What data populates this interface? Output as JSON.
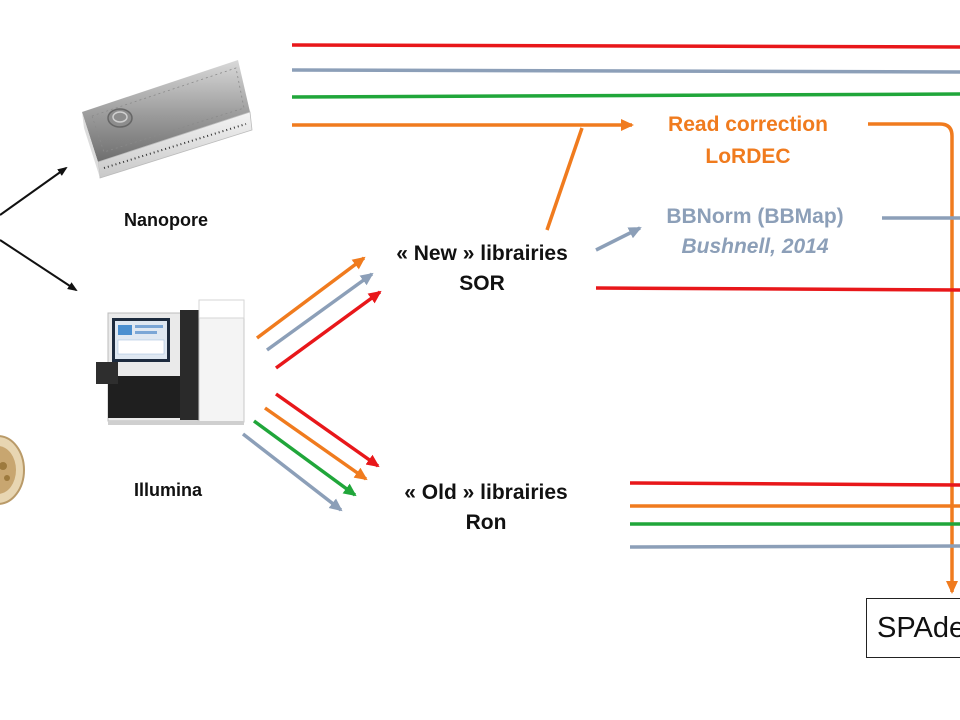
{
  "colors": {
    "red": "#e8171a",
    "blue": "#8c9fb8",
    "green": "#20a63a",
    "orange": "#f07b1e",
    "black": "#111111"
  },
  "labels": {
    "nanopore": "Nanopore",
    "illumina": "Illumina",
    "new_libraries": "« New » librairies",
    "new_libraries_sub": "SOR",
    "old_libraries": "« Old » librairies",
    "old_libraries_sub": "Ron",
    "read_correction": "Read correction",
    "read_correction_tool": "LoRDEC",
    "bbnorm": "BBNorm (BBMap)",
    "bbnorm_ref": "Bushnell, 2014",
    "spades": "SPAdes"
  },
  "icons": {
    "nanopore_device": "nanopore-minion-device",
    "illumina_device": "illumina-sequencer",
    "sample_dish": "petri-dish"
  }
}
